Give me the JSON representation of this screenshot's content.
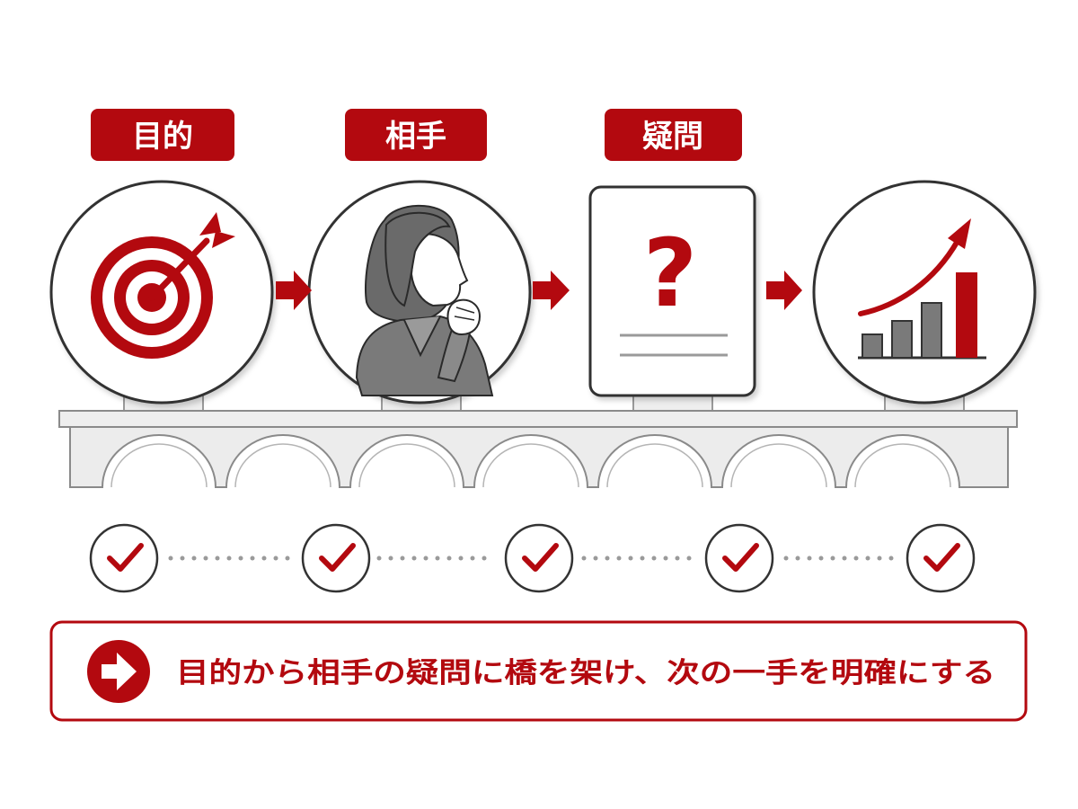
{
  "steps": [
    {
      "label": "目的",
      "icon": "target-icon"
    },
    {
      "label": "相手",
      "icon": "person-thinking-icon"
    },
    {
      "label": "疑問",
      "icon": "question-card-icon"
    },
    {
      "label": "",
      "icon": "growth-chart-icon"
    }
  ],
  "question_mark": "?",
  "checkpoints": 5,
  "banner": {
    "text": "目的から相手の疑問に橋を架け、次の一手を明確にする",
    "icon": "arrow-right-circle-icon"
  },
  "colors": {
    "accent": "#b3090f",
    "dark_gray": "#666666",
    "outline": "#333333",
    "bridge_fill": "#ececec",
    "bridge_stroke": "#8a8a8a"
  }
}
